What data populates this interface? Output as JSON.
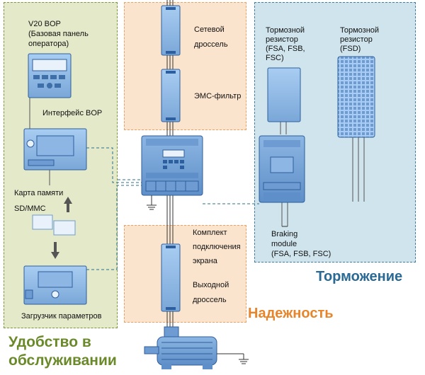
{
  "labels": {
    "v20_bop": "V20 BOP",
    "bop_desc_1": "(Базовая панель",
    "bop_desc_2": "оператора)",
    "bop_interface": "Интерфейс BOP",
    "memory_card_1": "Карта памяти",
    "memory_card_2": "SD/MMC",
    "param_loader": "Загрузчик параметров",
    "line_reactor_1": "Сетевой",
    "line_reactor_2": "дроссель",
    "emc_filter": "ЭМС-фильтр",
    "shield_kit_1": "Комплект",
    "shield_kit_2": "подключения",
    "shield_kit_3": "экрана",
    "output_reactor_1": "Выходной",
    "output_reactor_2": "дроссель",
    "brake_resistor_1_l1": "Тормозной",
    "brake_resistor_1_l2": "резистор",
    "brake_resistor_1_l3": "(FSA, FSB,",
    "brake_resistor_1_l4": "FSC)",
    "brake_resistor_2_l1": "Тормозной",
    "brake_resistor_2_l2": "резистор",
    "brake_resistor_2_l3": "(FSD)",
    "braking_module_l1": "Braking",
    "braking_module_l2": "module",
    "braking_module_l3": "(FSA, FSB, FSC)"
  },
  "section_titles": {
    "braking": "Торможение",
    "reliability": "Надежность",
    "serviceability_1": "Удобство в",
    "serviceability_2": "обслуживании"
  },
  "colors": {
    "braking_title": "#2a6a95",
    "reliability_title": "#e8852a",
    "serviceability_title": "#6a8a2a",
    "device_fill": "#8fb8e6",
    "device_stroke": "#2d5f9e"
  }
}
